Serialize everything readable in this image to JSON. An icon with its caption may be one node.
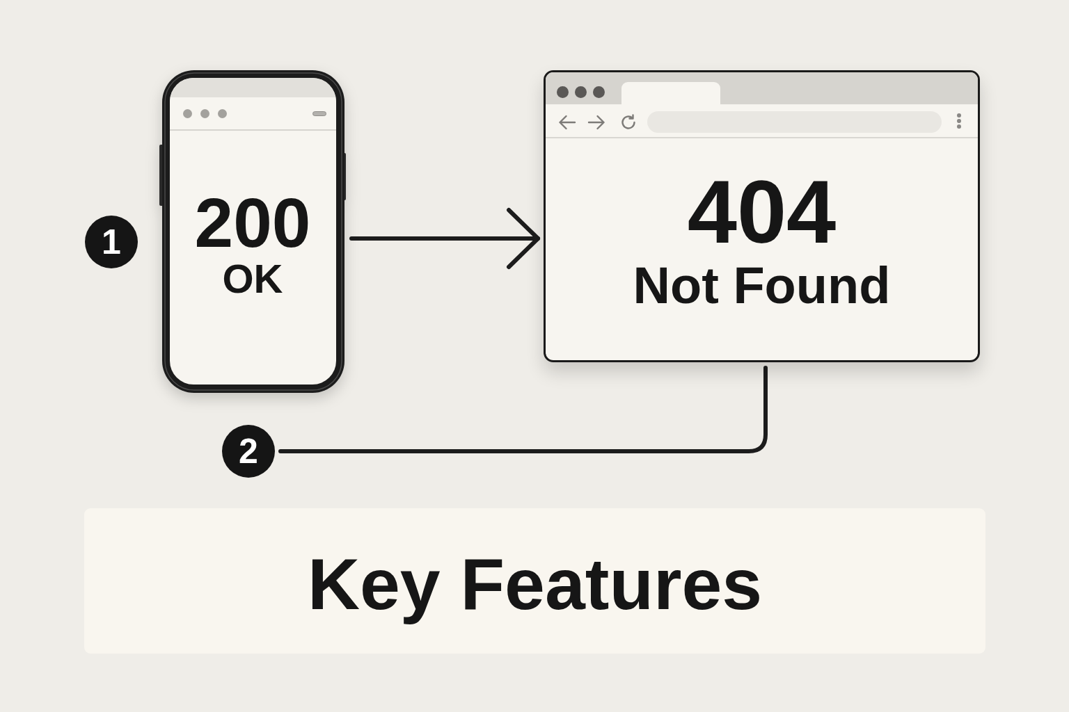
{
  "diagram": {
    "nodes": [
      {
        "text": [
          "1"
        ]
      },
      {
        "text": [
          "200",
          "OK"
        ]
      },
      {
        "text": [
          "404",
          "Not Found"
        ]
      },
      {
        "text": [
          "2"
        ]
      },
      {
        "text": [
          "Key Features"
        ]
      }
    ],
    "edges": [
      {
        "from": 1,
        "to": 2,
        "arrow": "to"
      },
      {
        "from": 2,
        "to": 3,
        "arrow": "none"
      }
    ]
  }
}
